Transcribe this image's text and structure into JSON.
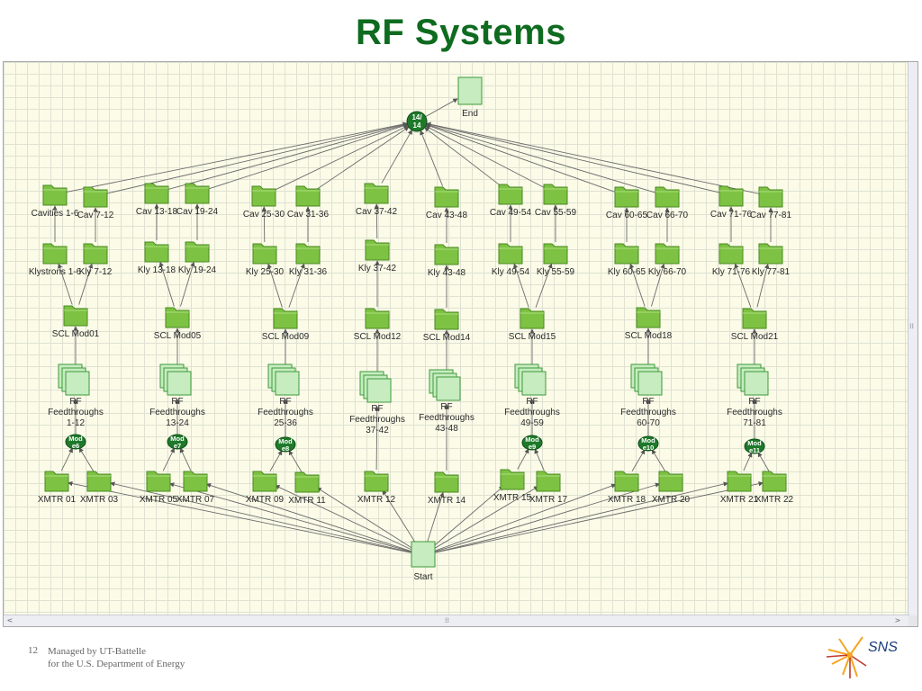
{
  "title": "RF Systems",
  "colors": {
    "title": "#0e6b1f",
    "node_fill": "#7ec243",
    "node_stroke": "#4a8a22",
    "light_fill": "#c6ecc0",
    "circle_fill": "#1e7a2a"
  },
  "diagram": {
    "end_label": "End",
    "start_label": "Start",
    "sync_top": [
      "14/",
      "14"
    ],
    "nodes": [
      {
        "id": "cav1",
        "label": "Cavities 1-6",
        "icon": "folder-icon"
      },
      {
        "id": "cav2",
        "label": "Cav 7-12",
        "icon": "folder-icon"
      },
      {
        "id": "cav3",
        "label": "Cav 13-18",
        "icon": "folder-icon"
      },
      {
        "id": "cav4",
        "label": "Cav 19-24",
        "icon": "folder-icon"
      },
      {
        "id": "cav5",
        "label": "Cav 25-30",
        "icon": "folder-icon"
      },
      {
        "id": "cav6",
        "label": "Cav 31-36",
        "icon": "folder-icon"
      },
      {
        "id": "cav7",
        "label": "Cav 37-42",
        "icon": "folder-icon"
      },
      {
        "id": "cav8",
        "label": "Cav 43-48",
        "icon": "folder-icon"
      },
      {
        "id": "cav9",
        "label": "Cav 49-54",
        "icon": "folder-icon"
      },
      {
        "id": "cav10",
        "label": "Cav 55-59",
        "icon": "folder-icon"
      },
      {
        "id": "cav11",
        "label": "Cav 60-65",
        "icon": "folder-icon"
      },
      {
        "id": "cav12",
        "label": "Cav 66-70",
        "icon": "folder-icon"
      },
      {
        "id": "cav13",
        "label": "Cav 71-76",
        "icon": "folder-icon"
      },
      {
        "id": "cav14",
        "label": "Cav 77-81",
        "icon": "folder-icon"
      },
      {
        "id": "kly1",
        "label": "Klystrons 1-6",
        "icon": "folder-icon"
      },
      {
        "id": "kly2",
        "label": "Kly 7-12",
        "icon": "folder-icon"
      },
      {
        "id": "kly3",
        "label": "Kly 13-18",
        "icon": "folder-icon"
      },
      {
        "id": "kly4",
        "label": "Kly 19-24",
        "icon": "folder-icon"
      },
      {
        "id": "kly5",
        "label": "Kly 25-30",
        "icon": "folder-icon"
      },
      {
        "id": "kly6",
        "label": "Kly 31-36",
        "icon": "folder-icon"
      },
      {
        "id": "kly7",
        "label": "Kly 37-42",
        "icon": "folder-icon"
      },
      {
        "id": "kly8",
        "label": "Kly 43-48",
        "icon": "folder-icon"
      },
      {
        "id": "kly9",
        "label": "Kly 49-54",
        "icon": "folder-icon"
      },
      {
        "id": "kly10",
        "label": "Kly 55-59",
        "icon": "folder-icon"
      },
      {
        "id": "kly11",
        "label": "Kly 60-65",
        "icon": "folder-icon"
      },
      {
        "id": "kly12",
        "label": "Kly 66-70",
        "icon": "folder-icon"
      },
      {
        "id": "kly13",
        "label": "Kly 71-76",
        "icon": "folder-icon"
      },
      {
        "id": "kly14",
        "label": "Kly 77-81",
        "icon": "folder-icon"
      },
      {
        "id": "scl1",
        "label": "SCL Mod01",
        "icon": "folder-icon"
      },
      {
        "id": "scl2",
        "label": "SCL Mod05",
        "icon": "folder-icon"
      },
      {
        "id": "scl3",
        "label": "SCL Mod09",
        "icon": "folder-icon"
      },
      {
        "id": "scl4",
        "label": "SCL Mod12",
        "icon": "folder-icon"
      },
      {
        "id": "scl5",
        "label": "SCL Mod14",
        "icon": "folder-icon"
      },
      {
        "id": "scl6",
        "label": "SCL Mod15",
        "icon": "folder-icon"
      },
      {
        "id": "scl7",
        "label": "SCL Mod18",
        "icon": "folder-icon"
      },
      {
        "id": "scl8",
        "label": "SCL Mod21",
        "icon": "folder-icon"
      },
      {
        "id": "ft1",
        "label": [
          "RF",
          "Feedthroughs",
          "1-12"
        ],
        "icon": "stacked-pages-icon"
      },
      {
        "id": "ft2",
        "label": [
          "RF",
          "Feedthroughs",
          "13-24"
        ],
        "icon": "stacked-pages-icon"
      },
      {
        "id": "ft3",
        "label": [
          "RF",
          "Feedthroughs",
          "25-36"
        ],
        "icon": "stacked-pages-icon"
      },
      {
        "id": "ft4",
        "label": [
          "RF",
          "Feedthroughs",
          "37-42"
        ],
        "icon": "stacked-pages-icon"
      },
      {
        "id": "ft5",
        "label": [
          "RF",
          "Feedthroughs",
          "43-48"
        ],
        "icon": "stacked-pages-icon"
      },
      {
        "id": "ft6",
        "label": [
          "RF",
          "Feedthroughs",
          "49-59"
        ],
        "icon": "stacked-pages-icon"
      },
      {
        "id": "ft7",
        "label": [
          "RF",
          "Feedthroughs",
          "60-70"
        ],
        "icon": "stacked-pages-icon"
      },
      {
        "id": "ft8",
        "label": [
          "RF",
          "Feedthroughs",
          "71-81"
        ],
        "icon": "stacked-pages-icon"
      },
      {
        "id": "mod1",
        "label": [
          "Mod",
          "e6"
        ],
        "icon": "sync-circle-icon"
      },
      {
        "id": "mod2",
        "label": [
          "Mod",
          "e7"
        ],
        "icon": "sync-circle-icon"
      },
      {
        "id": "mod3",
        "label": [
          "Mod",
          "e8"
        ],
        "icon": "sync-circle-icon"
      },
      {
        "id": "mod4",
        "label": [
          "Mod",
          "e9"
        ],
        "icon": "sync-circle-icon"
      },
      {
        "id": "mod5",
        "label": [
          "Mod",
          "e10"
        ],
        "icon": "sync-circle-icon"
      },
      {
        "id": "mod6",
        "label": [
          "Mod",
          "e11"
        ],
        "icon": "sync-circle-icon"
      },
      {
        "id": "x1",
        "label": "XMTR 01",
        "icon": "folder-icon"
      },
      {
        "id": "x2",
        "label": "XMTR 03",
        "icon": "folder-icon"
      },
      {
        "id": "x3",
        "label": "XMTR 05",
        "icon": "folder-icon"
      },
      {
        "id": "x4",
        "label": "XMTR 07",
        "icon": "folder-icon"
      },
      {
        "id": "x5",
        "label": "XMTR 09",
        "icon": "folder-icon"
      },
      {
        "id": "x6",
        "label": "XMTR 11",
        "icon": "folder-icon"
      },
      {
        "id": "x7",
        "label": "XMTR 12",
        "icon": "folder-icon"
      },
      {
        "id": "x8",
        "label": "XMTR 14",
        "icon": "folder-icon"
      },
      {
        "id": "x9",
        "label": "XMTR 15",
        "icon": "folder-icon"
      },
      {
        "id": "x10",
        "label": "XMTR 17",
        "icon": "folder-icon"
      },
      {
        "id": "x11",
        "label": "XMTR 18",
        "icon": "folder-icon"
      },
      {
        "id": "x12",
        "label": "XMTR 20",
        "icon": "folder-icon"
      },
      {
        "id": "x13",
        "label": "XMTR 21",
        "icon": "folder-icon"
      },
      {
        "id": "x14",
        "label": "XMTR 22",
        "icon": "folder-icon"
      }
    ]
  },
  "footer": {
    "page_number": "12",
    "line1": "Managed by UT-Battelle",
    "line2": "for the U.S. Department of Energy",
    "logo_text": "SNS"
  }
}
